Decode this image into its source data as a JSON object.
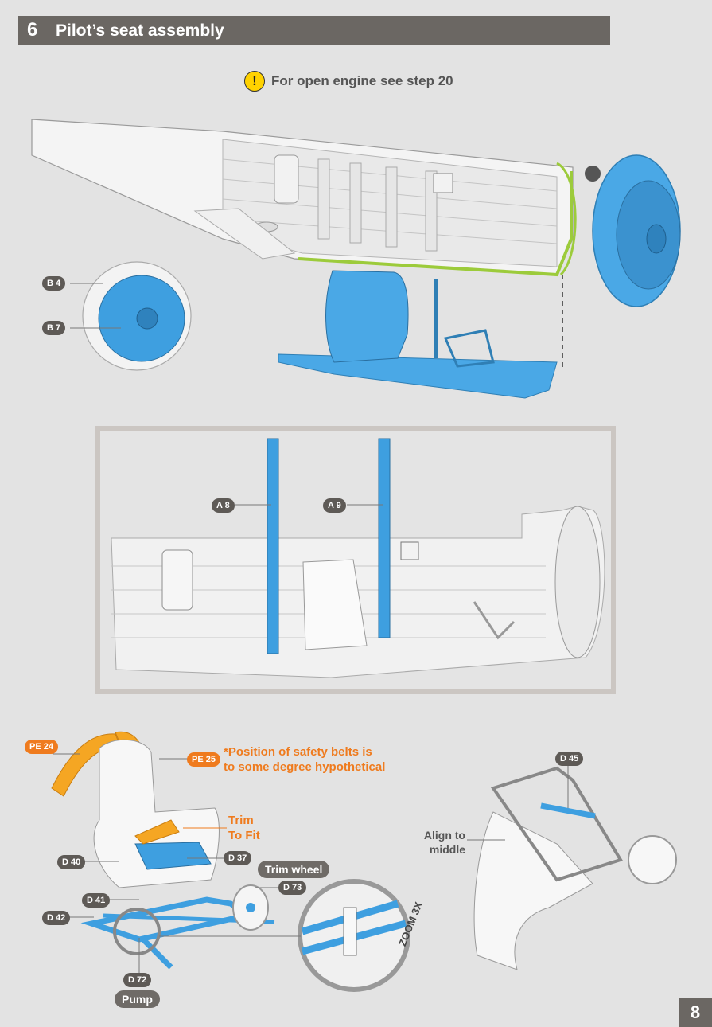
{
  "header": {
    "step_number": "6",
    "title": "Pilot’s seat assembly"
  },
  "note": {
    "icon": "exclamation-icon",
    "text": "For open engine see step 20"
  },
  "labels": {
    "b4": "B 4",
    "b7": "B 7",
    "a8": "A 8",
    "a9": "A 9",
    "pe24": "PE 24",
    "pe25": "PE 25",
    "d40": "D 40",
    "d37": "D 37",
    "d73": "D 73",
    "d41": "D 41",
    "d42": "D 42",
    "d72": "D 72",
    "d45": "D 45"
  },
  "callouts": {
    "trim_wheel": "Trim wheel",
    "pump": "Pump",
    "trim_to_fit_line1": "Trim",
    "trim_to_fit_line2": "To Fit",
    "safety_line1": "*Position of safety belts is",
    "safety_line2": "to some degree hypothetical",
    "align_line1": "Align to",
    "align_line2": "middle",
    "zoom": "ZOOM 3X"
  },
  "page_number": "8",
  "colors": {
    "header": "#6b6763",
    "part_blue": "#3e9fe0",
    "accent_orange": "#ef7b1e",
    "glue_green": "#9ccb3b",
    "warning_yellow": "#ffd200"
  }
}
